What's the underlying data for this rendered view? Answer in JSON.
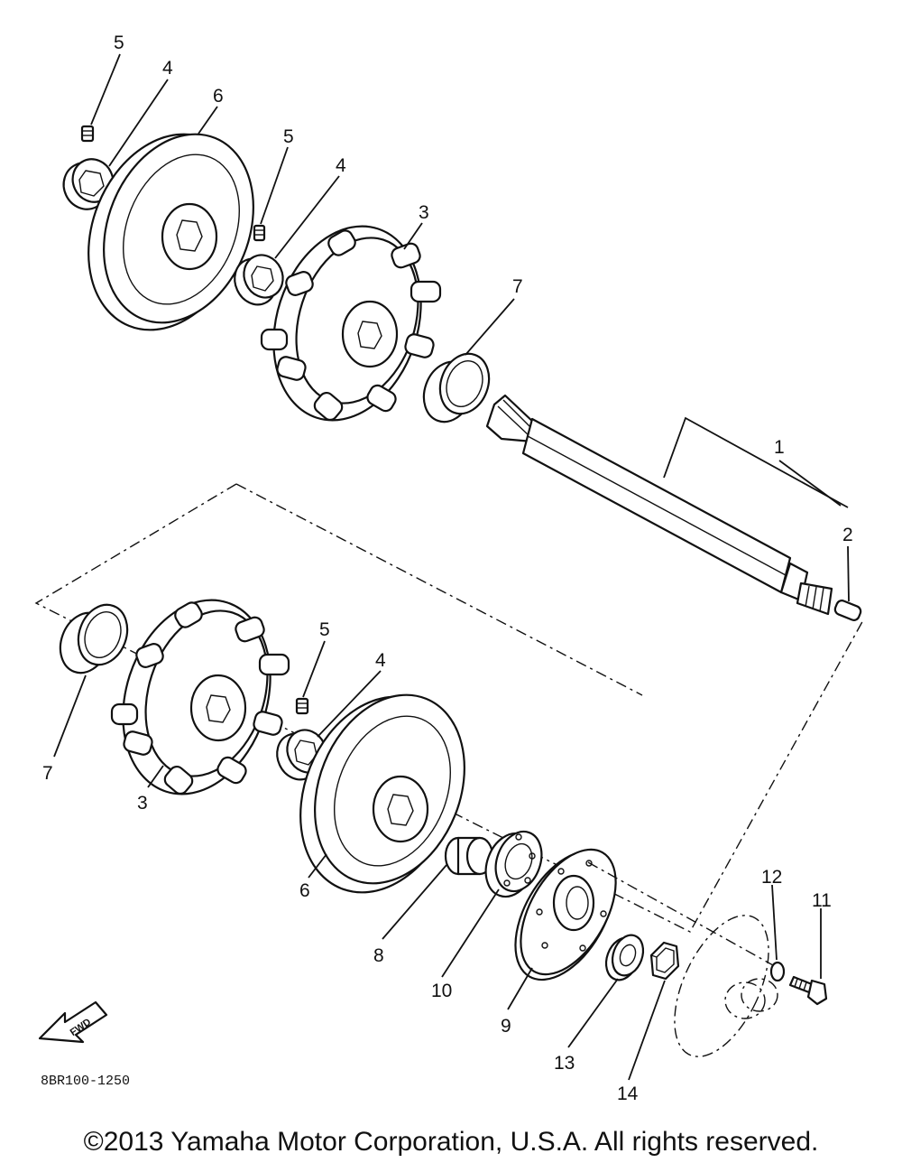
{
  "diagram": {
    "callouts": [
      "5",
      "4",
      "6",
      "5",
      "4",
      "3",
      "7",
      "1",
      "2",
      "5",
      "4",
      "7",
      "3",
      "6",
      "8",
      "10",
      "9",
      "12",
      "11",
      "13",
      "14"
    ],
    "code": "8BR100-1250",
    "fwd_label": "FWD"
  },
  "footer": {
    "copyright": "©2013 Yamaha Motor Corporation, U.S.A. All rights reserved."
  }
}
